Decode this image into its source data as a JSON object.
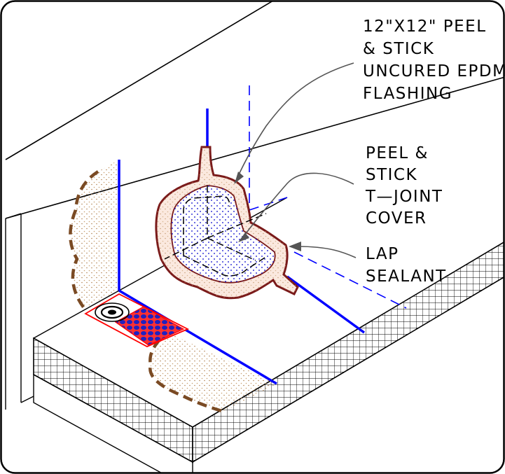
{
  "labels": {
    "epdm_flashing": [
      "12\"X12\" PEEL",
      "& STICK",
      "UNCURED EPDM",
      "FLASHING"
    ],
    "tjoint_cover": [
      "PEEL &",
      "STICK",
      "T—JOINT",
      "COVER"
    ],
    "lap_sealant": [
      "LAP",
      "SEALANT"
    ]
  },
  "colors": {
    "membrane_seam": "#0000ff",
    "sealant_bead": "#7a4a23",
    "adhesive_stipple": "#c8a070",
    "tjoint_dots": "#0000cc",
    "primer_patch": "#ff0000",
    "frame": "#000000"
  }
}
